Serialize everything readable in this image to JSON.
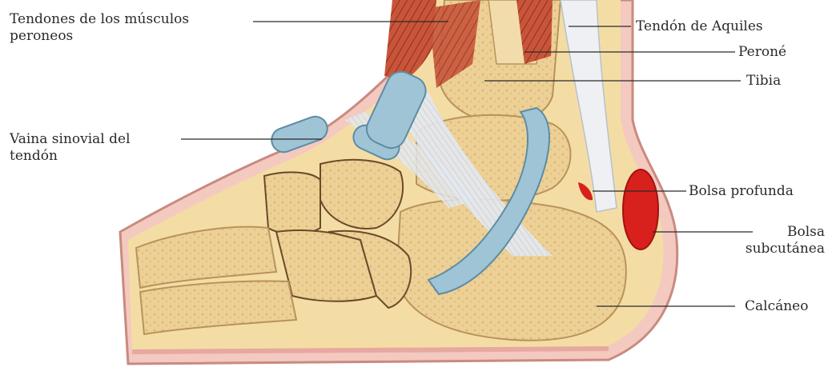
{
  "labels": {
    "peroneos": [
      "Tendones de los músculos",
      "peroneos"
    ],
    "aquiles": "Tendón de Aquiles",
    "perone": "Peroné",
    "tibia": "Tibia",
    "vaina": [
      "Vaina sinovial del",
      "tendón"
    ],
    "bolsa_profunda": "Bolsa profunda",
    "bolsa_subcutanea": [
      "Bolsa",
      "subcutánea"
    ],
    "calcaneo": "Calcáneo"
  },
  "colors": {
    "skin": "#f3c9c0",
    "bone": "#e8c98a",
    "bone_light": "#f2dcab",
    "muscle": "#c8553a",
    "tendon": "#dde3ea",
    "sheath": "#9fc4d6",
    "bursa": "#d8201c"
  }
}
